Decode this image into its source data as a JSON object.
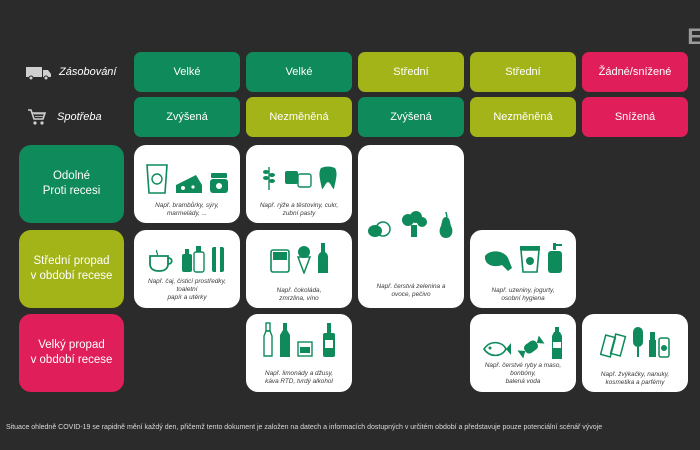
{
  "colors": {
    "dark_green": "#0f8a5a",
    "olive": "#a3b418",
    "pink": "#e01e5a",
    "background": "#2b2b2b"
  },
  "corner_letter": "E",
  "rows": {
    "supply": {
      "icon": "truck-icon",
      "label": "Zásobování"
    },
    "consumption": {
      "icon": "shopping-cart-icon",
      "label": "Spotřeba"
    }
  },
  "columns": [
    {
      "supply": "Velké",
      "consumption": "Zvýšená"
    },
    {
      "supply": "Velké",
      "consumption": "Nezměněná"
    },
    {
      "supply": "Střední",
      "consumption": "Zvýšená"
    },
    {
      "supply": "Střední",
      "consumption": "Nezměněná"
    },
    {
      "supply": "Žádné/snížené",
      "consumption": "Snížená"
    }
  ],
  "categories": [
    {
      "line1": "Odolné",
      "line2": "Proti recesi"
    },
    {
      "line1": "Střední propad",
      "line2": "v období recese"
    },
    {
      "line1": "Velký propad",
      "line2": "v období recese"
    }
  ],
  "cards": {
    "c1": {
      "line1": "Např. brambůrky, sýry,",
      "line2": "marmelády, ..."
    },
    "c2": {
      "line1": "Např. rýže a těstoviny, cukr,",
      "line2": "zubní pasty"
    },
    "c3": {
      "line1": "Např. čerstvá zelenina a",
      "line2": "ovoce, pečivo"
    },
    "c4": {
      "line1": "Např. čaj, čisticí prostředky,",
      "line2": "toaletní",
      "line3": "papír a utěrky"
    },
    "c5": {
      "line1": "Např. čokoláda,",
      "line2": "zmrzlina, víno"
    },
    "c6": {
      "line1": "Např. uzeniny, jogurty,",
      "line2": "osobní hygiena"
    },
    "c7": {
      "line1": "Např. limonády a džusy,",
      "line2": "káva RTD, tvrdý alkohol"
    },
    "c8": {
      "line1": "Např. čerstvé ryby a maso,",
      "line2": "bonbóny,",
      "line3": "balená voda"
    },
    "c9": {
      "line1": "Např. žvýkačky, nanuky,",
      "line2": "kosmetika a parfémy"
    }
  },
  "footer": "Situace ohledně COVID-19 se rapidně mění každý den, přičemž tento dokument je založen na datech a informacích dostupných v určitém období a představuje pouze potenciální scénář vývoje"
}
